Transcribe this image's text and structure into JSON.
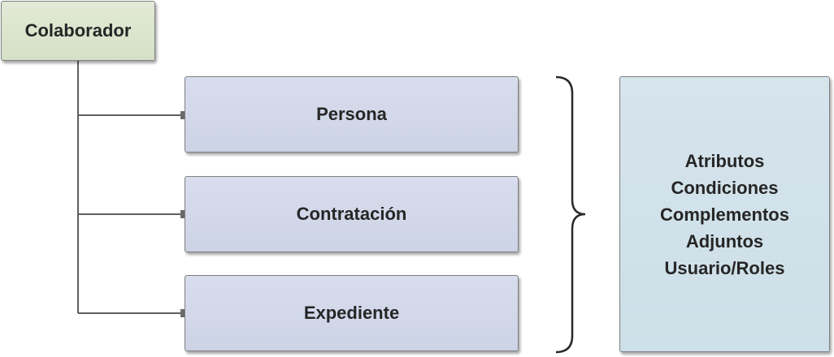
{
  "root": {
    "label": "Colaborador"
  },
  "children": [
    {
      "label": "Persona"
    },
    {
      "label": "Contratación"
    },
    {
      "label": "Expediente"
    }
  ],
  "attributes": {
    "items": [
      "Atributos",
      "Condiciones",
      "Complementos",
      "Adjuntos",
      "Usuario/Roles"
    ]
  },
  "colors": {
    "root_fill": "#d6e0c6",
    "child_fill": "#cdd3e6",
    "attributes_fill": "#cddfe8",
    "connector": "#5f5f5f"
  }
}
